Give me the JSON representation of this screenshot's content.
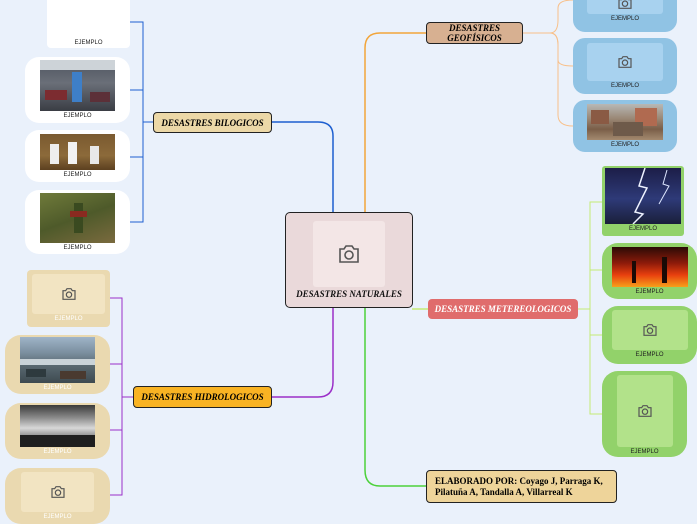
{
  "central": {
    "title": "DESASTRES NATURALES",
    "icon": "camera-icon"
  },
  "branches": {
    "geofisicos": {
      "label": "DESASTRES GEOFÍSICOS",
      "color": "#f2a53a"
    },
    "biologicos": {
      "label": "DESASTRES BILOGICOS",
      "color": "#1d5fd0"
    },
    "metereologicos": {
      "label": "DESASTRES METEREOLOGICOS",
      "color": "#b6e25a"
    },
    "hidrologicos": {
      "label": "DESASTRES HIDROLOGICOS",
      "color": "#9b2fc8"
    },
    "elaborado": {
      "label": "ELABORADO POR: Coyago J, Parraga K, Pilatuña A, Tandalla A, Villarreal K",
      "color": "#4cd13a"
    }
  },
  "example_caption": "EJEMPLO"
}
